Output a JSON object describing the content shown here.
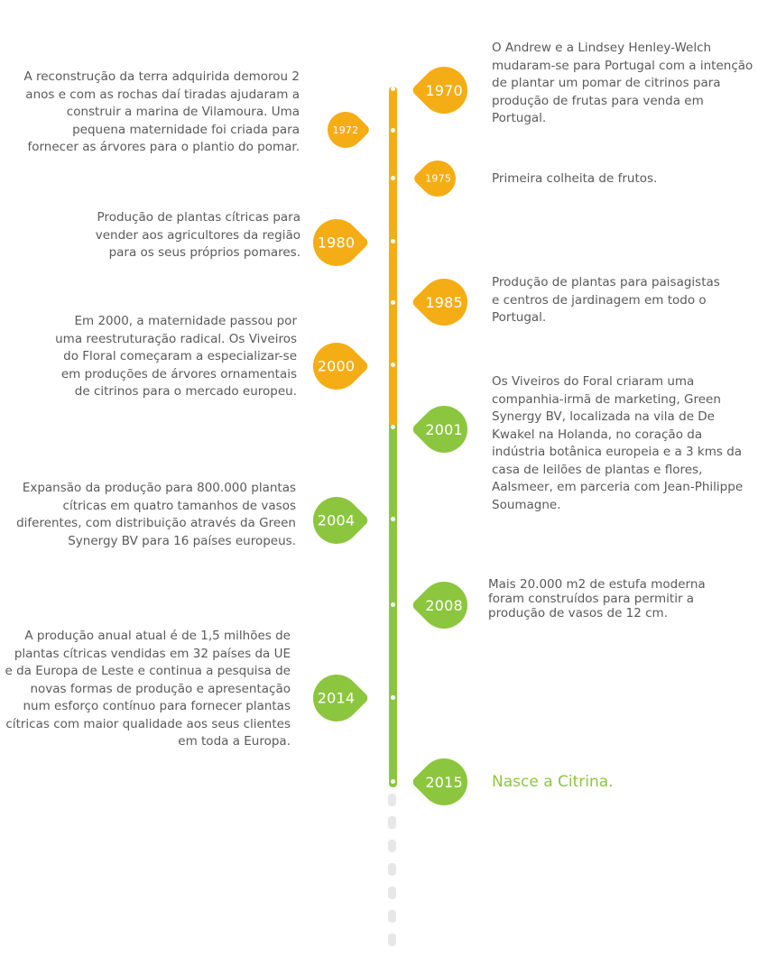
{
  "events": [
    {
      "year": "1970",
      "color": "orange",
      "side": "right",
      "text": "O  Andrew e a Lindsey Henley-Welch mudaram-se para Portugal com a intenção de plantar um pomar de citrinos para produção de frutas para venda em Portugal."
    },
    {
      "year": "1972",
      "color": "orange",
      "side": "left",
      "text": "A reconstrução da terra adquirida demorou 2 anos e com as rochas daí tiradas ajudaram a construir a marina de Vilamoura. Uma pequena maternidade foi criada para fornecer as árvores para o plantio do pomar."
    },
    {
      "year": "1975",
      "color": "orange",
      "side": "right",
      "text": "Primeira colheita de frutos."
    },
    {
      "year": "1980",
      "color": "orange",
      "side": "left",
      "text": "Produção de plantas cítricas para vender aos agricultores da região para os seus próprios pomares."
    },
    {
      "year": "1985",
      "color": "orange",
      "side": "right",
      "text": "Produção de plantas para paisagistas e centros de jardinagem em todo o Portugal."
    },
    {
      "year": "2000",
      "color": "orange",
      "side": "left",
      "text": "Em 2000, a maternidade passou por uma reestruturação radical. Os Viveiros do Floral começaram a especializar-se em produções de árvores ornamentais de citrinos para o mercado europeu."
    },
    {
      "year": "2001",
      "color": "green",
      "side": "right",
      "text": "Os Viveiros do Foral criaram uma companhia-irmã de marketing, Green Synergy BV, localizada na vila de De Kwakel na Holanda, no coração da indústria botânica europeia e a 3 kms da casa de leilões de plantas e flores, Aalsmeer, em parceria com Jean-Philippe Soumagne."
    },
    {
      "year": "2004",
      "color": "green",
      "side": "left",
      "text": "Expansão da produção para 800.000 plantas cítricas em quatro tamanhos de vasos diferentes, com distribuição através da Green Synergy BV para 16 países europeus."
    },
    {
      "year": "2008",
      "color": "green",
      "side": "right",
      "text": "Mais 20.000 m2 de estufa moderna foram construídos para permitir a produção de vasos de 12 cm."
    },
    {
      "year": "2014",
      "color": "green",
      "side": "left",
      "text": "A produção anual atual é de 1,5 milhões de plantas cítricas vendidas em 32 países da UE e da Europa de Leste e continua a pesquisa de novas formas de produção e apresentação num esforço contínuo para fornecer plantas cítricas com maior qualidade aos seus clientes em toda a Europa."
    },
    {
      "year": "2015",
      "color": "green",
      "side": "right",
      "text": "Nasce a Citrina."
    }
  ]
}
